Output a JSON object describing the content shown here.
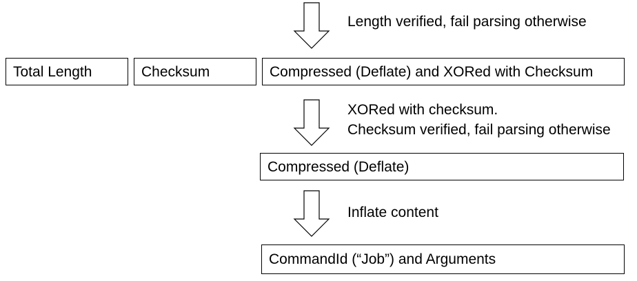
{
  "arrow_notes": {
    "step1": "Length verified, fail parsing otherwise",
    "step2_line1": "XORed with checksum.",
    "step2_line2": "Checksum verified, fail parsing otherwise",
    "step3": "Inflate content"
  },
  "row1": {
    "total_length": "Total Length",
    "checksum": "Checksum",
    "compressed_xored": "Compressed (Deflate) and XORed with Checksum"
  },
  "row2": {
    "compressed": "Compressed (Deflate)"
  },
  "row3": {
    "command": "CommandId (“Job”) and Arguments"
  }
}
